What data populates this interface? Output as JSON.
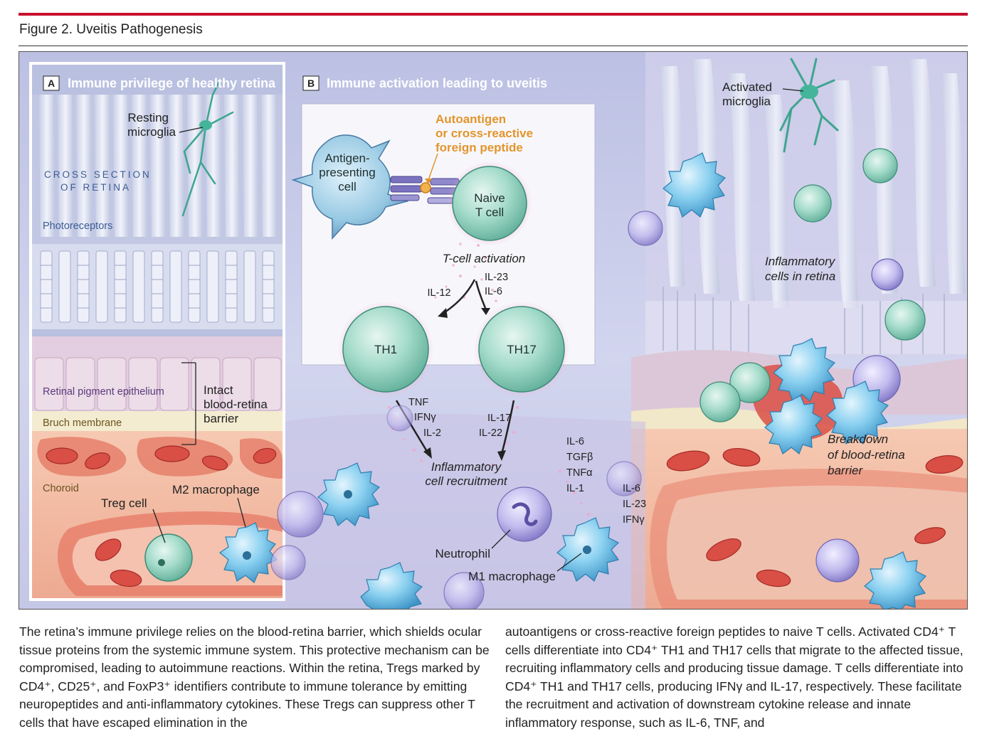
{
  "figure": {
    "title": "Figure 2. Uveitis Pathogenesis"
  },
  "panel_a": {
    "letter": "A",
    "title": "Immune privilege of healthy retina",
    "resting_microglia": [
      "Resting",
      "microglia"
    ],
    "cross_section": [
      "CROSS SECTION",
      "OF RETINA"
    ],
    "photoreceptors": "Photoreceptors",
    "rpe": "Retinal pigment epithelium",
    "intact_barrier": [
      "Intact",
      "blood-retina",
      "barrier"
    ],
    "bruch": "Bruch membrane",
    "choroid": "Choroid",
    "m2_macrophage": "M2 macrophage",
    "treg_cell": "Treg cell"
  },
  "panel_b": {
    "letter": "B",
    "title": "Immune activation leading to uveitis",
    "apc": [
      "Antigen-",
      "presenting",
      "cell"
    ],
    "autoantigen": [
      "Autoantigen",
      "or cross-reactive",
      "foreign peptide"
    ],
    "naive_t": [
      "Naive",
      "T cell"
    ],
    "t_cell_activation": "T-cell activation",
    "il12": "IL-12",
    "il23_il6": [
      "IL-23",
      "IL-6"
    ],
    "th1": "TH1",
    "th17": "TH17",
    "th1_cytokines": [
      "TNF",
      "IFNγ",
      "IL-2"
    ],
    "th17_cytokines": [
      "IL-17",
      "IL-22"
    ],
    "recruitment": [
      "Inflammatory",
      "cell recruitment"
    ],
    "m1_cytokines": [
      "IL-6",
      "TGFβ",
      "TNFα",
      "IL-1"
    ],
    "neutrophil_cytokines": [
      "IL-6",
      "IL-23",
      "IFNγ"
    ],
    "neutrophil": "Neutrophil",
    "m1_macrophage": "M1 macrophage",
    "activated_microglia": [
      "Activated",
      "microglia"
    ],
    "inflammatory_cells": [
      "Inflammatory",
      "cells in retina"
    ],
    "breakdown": [
      "Breakdown",
      "of blood-retina",
      "barrier"
    ]
  },
  "caption": {
    "col1": "The retina’s immune privilege relies on the blood-retina barrier, which shields ocular tissue proteins from the systemic immune system. This protective mechanism can be compromised, leading to autoimmune reactions. Within the retina, Tregs marked by CD4⁺, CD25⁺, and FoxP3⁺ identifiers contribute to immune tolerance by emitting neuropeptides and anti-inflammatory cytokines. These Tregs can suppress other T cells that have escaped elimination in the",
    "col2": "autoantigens or cross-reactive foreign peptides to naive T cells. Activated CD4⁺ T cells differentiate into CD4⁺ TH1 and TH17 cells that migrate to the affected tissue, recruiting inflammatory cells and producing tissue damage. T cells differentiate into CD4⁺ TH1 and TH17 cells, producing IFNγ and IL-17, respectively. These facilitate the recruitment and activation of downstream cytokine release and innate inflammatory response, such as IL-6, TNF, and"
  },
  "colors": {
    "accent_red": "#c8102e",
    "t_cell": "#8fcfbd",
    "macrophage": "#7ac6ec",
    "neutrophil": "#b8b1e6",
    "rbc": "#d94f45",
    "autoantigen": "#e3952b"
  }
}
